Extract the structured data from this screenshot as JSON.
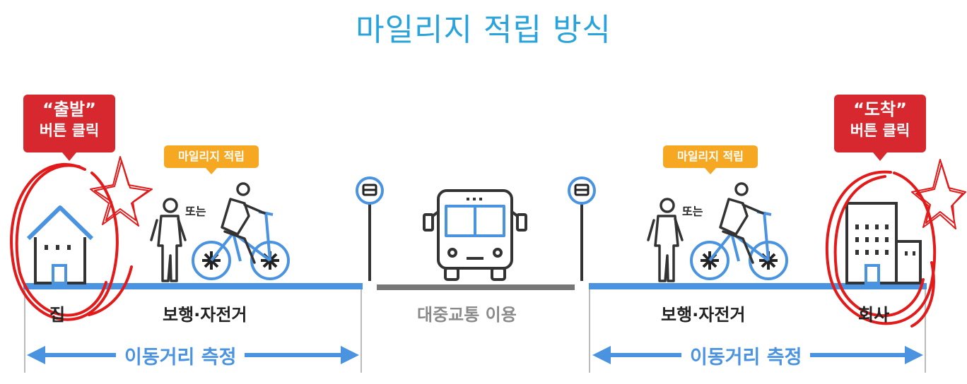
{
  "title": "마일리지 적립 방식",
  "colors": {
    "title": "#29a3dc",
    "callout": "#d7282f",
    "tag": "#f7a823",
    "path": "#4a93e0",
    "transit": "#777777",
    "icon": "#333333"
  },
  "start_callout": {
    "quote": "“출발”",
    "sub": "버튼 클릭"
  },
  "end_callout": {
    "quote": "“도착”",
    "sub": "버튼 클릭"
  },
  "mileage_tag_left": "마일리지 적립",
  "mileage_tag_right": "마일리지 적립",
  "or_left": "또는",
  "or_right": "또는",
  "labels": {
    "home": "집",
    "walk_bike_left": "보행·자전거",
    "transit": "대중교통 이용",
    "walk_bike_right": "보행·자전거",
    "office": "회사"
  },
  "measure_left": "이동거리 측정",
  "measure_right": "이동거리 측정",
  "icons": [
    "house-icon",
    "building-icon",
    "pedestrian-icon",
    "cyclist-icon",
    "bus-stop-icon",
    "bus-icon",
    "star-scribble-icon"
  ]
}
